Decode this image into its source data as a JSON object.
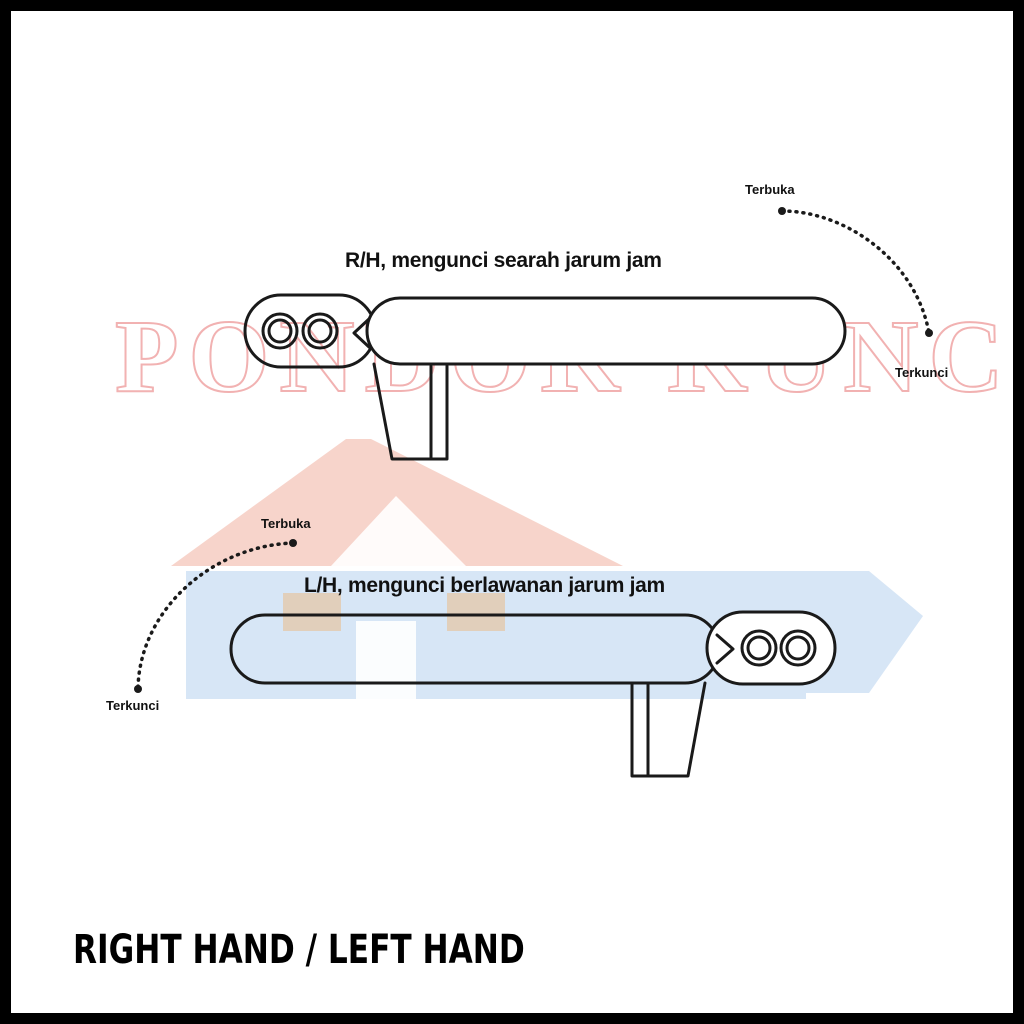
{
  "watermark": {
    "text": "PONDOK KUNCI",
    "colors": {
      "text_outline": "#e25a5a",
      "roof": "#f2b7a8",
      "house": "#c6dcf2",
      "windows": "#e3c9ad"
    }
  },
  "right_hand": {
    "caption": "R/H, mengunci searah jarum jam",
    "open_label": "Terbuka",
    "locked_label": "Terkunci"
  },
  "left_hand": {
    "caption": "L/H, mengunci berlawanan jarum jam",
    "open_label": "Terbuka",
    "locked_label": "Terkunci"
  },
  "footer": {
    "title": "RIGHT HAND / LEFT HAND"
  },
  "colors": {
    "frame": "#000000",
    "line": "#1a1a1a",
    "background": "#ffffff"
  }
}
